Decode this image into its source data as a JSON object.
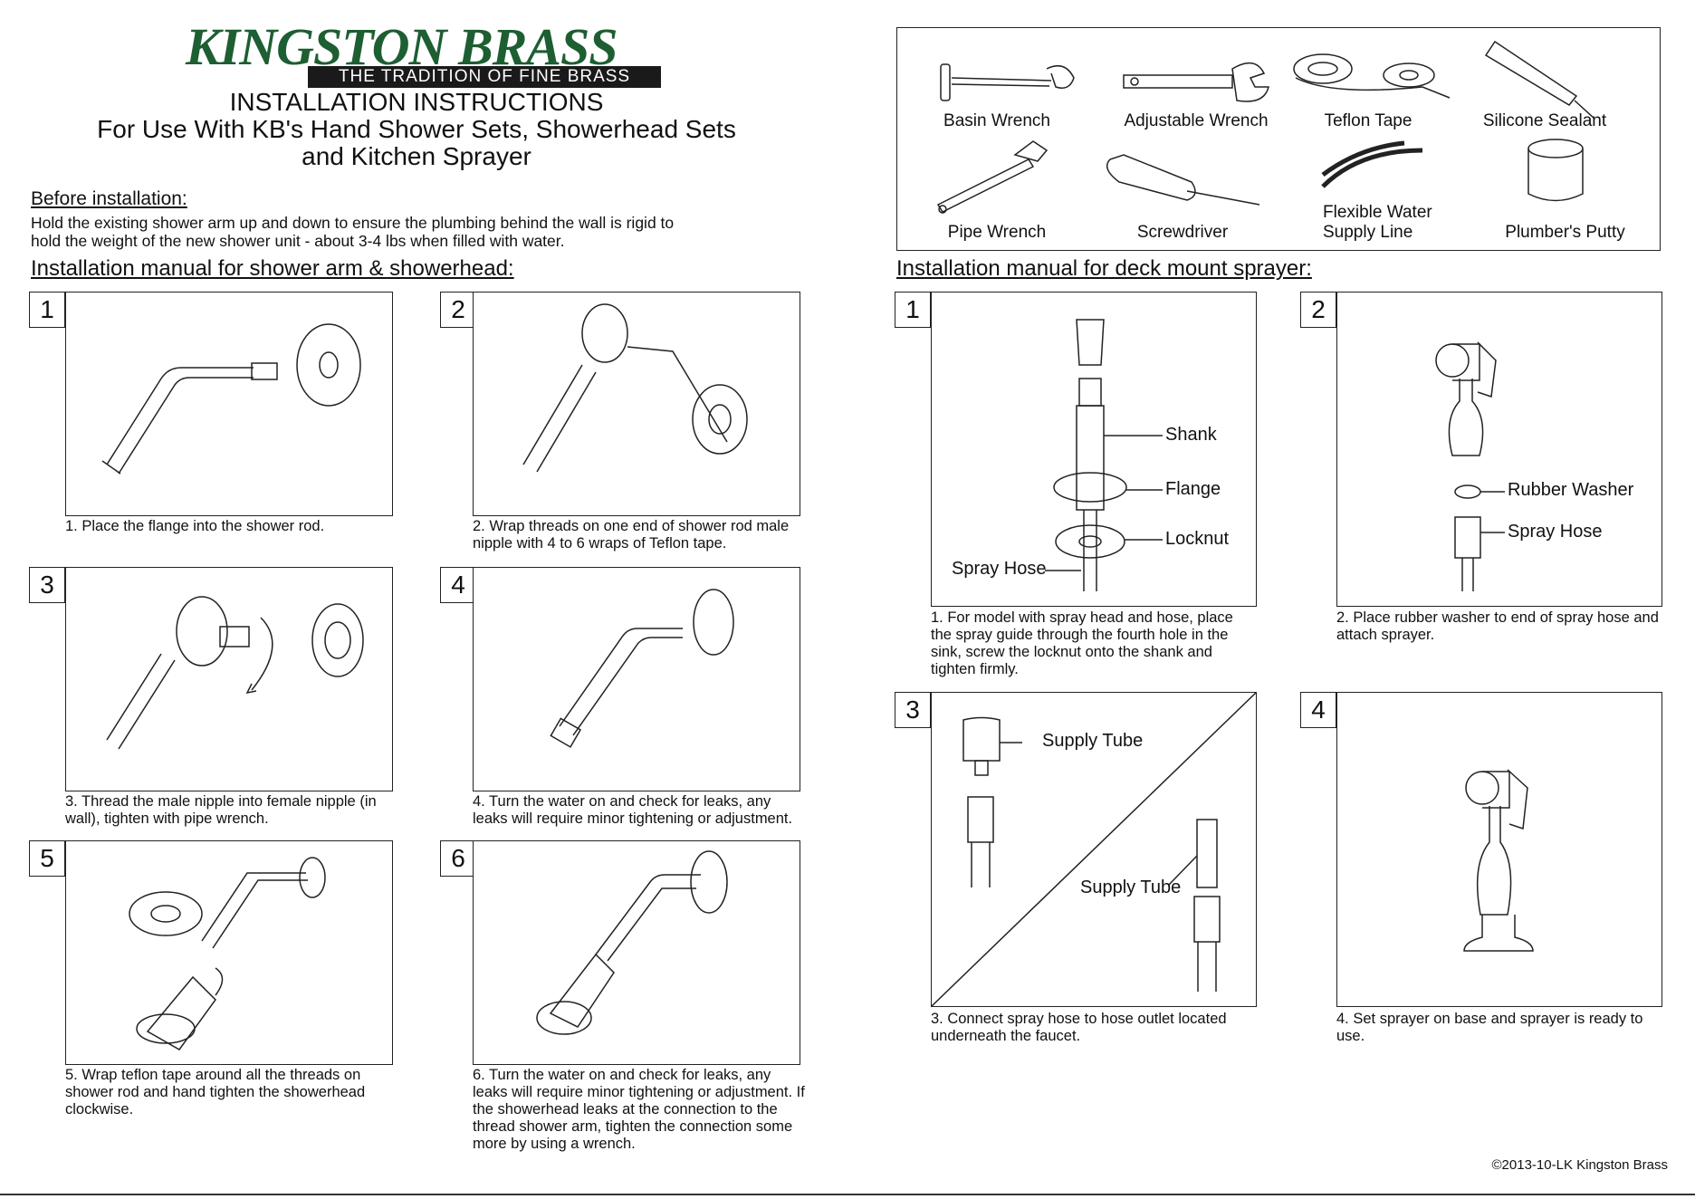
{
  "header": {
    "brand": "KINGSTON BRASS",
    "tagline": "THE TRADITION OF FINE BRASS",
    "title_lines": [
      "INSTALLATION INSTRUCTIONS",
      "For Use With KB's Hand Shower Sets, Showerhead Sets",
      "and  Kitchen Sprayer"
    ]
  },
  "before": {
    "heading": "Before installation:",
    "text": "Hold the existing shower arm up and down to ensure the plumbing behind the wall is rigid to hold the weight of the new shower unit - about 3-4 lbs when filled with water."
  },
  "tools": [
    {
      "label": "Basin Wrench",
      "icon": "basin-wrench-icon"
    },
    {
      "label": "Adjustable Wrench",
      "icon": "adjustable-wrench-icon"
    },
    {
      "label": "Teflon Tape",
      "icon": "teflon-tape-icon"
    },
    {
      "label": "Silicone Sealant",
      "icon": "silicone-sealant-icon"
    },
    {
      "label": "Pipe Wrench",
      "icon": "pipe-wrench-icon"
    },
    {
      "label": "Screwdriver",
      "icon": "screwdriver-icon"
    },
    {
      "label": "Flexible Water\nSupply Line",
      "icon": "flexible-supply-line-icon"
    },
    {
      "label": "Plumber's Putty",
      "icon": "plumbers-putty-icon"
    }
  ],
  "shower_section": {
    "heading": "Installation manual for shower arm & showerhead:",
    "steps": [
      {
        "num": "1",
        "caption": "1. Place the flange into the shower rod."
      },
      {
        "num": "2",
        "caption": "2. Wrap threads on one end of shower rod male nipple with 4 to 6 wraps of Teflon tape."
      },
      {
        "num": "3",
        "caption": "3. Thread the male nipple into female nipple (in wall), tighten with pipe wrench."
      },
      {
        "num": "4",
        "caption": "4. Turn the water on and check for leaks, any leaks will require minor tightening or adjustment."
      },
      {
        "num": "5",
        "caption": "5. Wrap teflon tape around all the threads on shower rod and hand tighten the showerhead clockwise."
      },
      {
        "num": "6",
        "caption": "6. Turn the water on and check for leaks, any leaks will require minor tightening or adjustment. If the showerhead leaks at the connection to the thread shower arm, tighten the connection some more by using a wrench."
      }
    ]
  },
  "sprayer_section": {
    "heading": "Installation manual for deck mount sprayer:",
    "steps": [
      {
        "num": "1",
        "caption": "1. For model with spray head and hose, place the spray guide through the fourth hole in the sink, screw the locknut onto the shank and tighten firmly.",
        "callouts": {
          "shank": "Shank",
          "flange": "Flange",
          "locknut": "Locknut",
          "spray_hose": "Spray Hose"
        }
      },
      {
        "num": "2",
        "caption": "2. Place rubber washer to end of spray hose and attach sprayer.",
        "callouts": {
          "rubber_washer": "Rubber Washer",
          "spray_hose": "Spray Hose"
        }
      },
      {
        "num": "3",
        "caption": "3. Connect spray hose to hose outlet located underneath the faucet.",
        "callouts": {
          "supply_tube_top": "Supply Tube",
          "supply_tube_bottom": "Supply Tube"
        }
      },
      {
        "num": "4",
        "caption": "4. Set sprayer on base and sprayer is ready to use."
      }
    ]
  },
  "footer": {
    "copyright": "©2013-10-LK Kingston Brass"
  }
}
